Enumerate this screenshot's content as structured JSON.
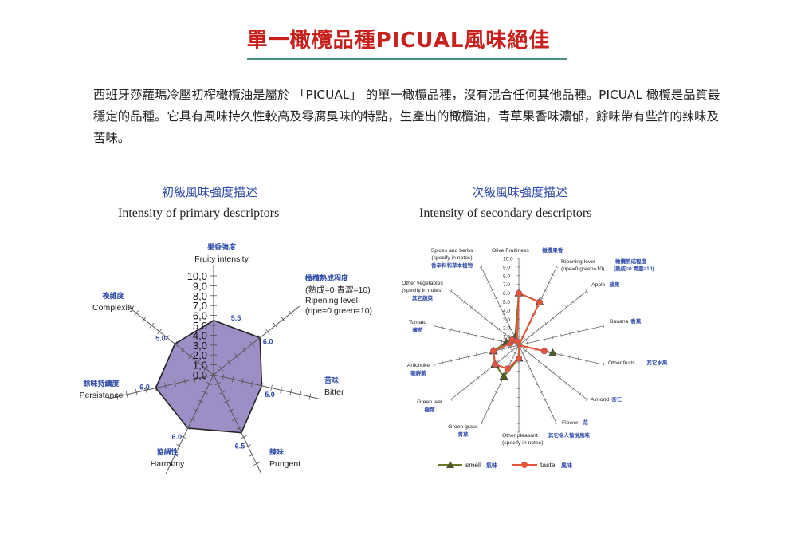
{
  "title": "單一橄欖品種PICUAL風味絕佳",
  "intro": "西班牙莎蘿瑪冷壓初榨橄欖油是屬於 「PICUAL」 的單一橄欖品種，沒有混合任何其他品種。PICUAL 橄欖是品質最穩定的品種。它具有風味持久性較高及零腐臭味的特點，生產出的橄欖油，青草果香味濃郁，餘味帶有些許的辣味及苦味。",
  "colors": {
    "title": "#c8201c",
    "rule": "#4a8f82",
    "subtitle_zh": "#2e4aa8",
    "polygon_fill": "#9d8fc6",
    "smell": "#6b7a2a",
    "taste": "#e2553a",
    "axis_zh": "#2e4aa8"
  },
  "chart_data": [
    {
      "type": "radar",
      "subtitle_zh": "初級風味強度描述",
      "subtitle_en": "Intensity of primary descriptors",
      "axes": [
        {
          "zh": "果香強度",
          "en": [
            "Fruity intensity"
          ],
          "value": 5.5
        },
        {
          "zh": "橄欖熟成程度",
          "en": [
            "(熟成=0 青澀=10)",
            "Ripening level",
            "(ripe=0 green=10)"
          ],
          "value": 6.0
        },
        {
          "zh": "苦味",
          "en": [
            "Bitter"
          ],
          "value": 5.0
        },
        {
          "zh": "辣味",
          "en": [
            "Pungent"
          ],
          "value": 6.5
        },
        {
          "zh": "協調性",
          "en": [
            "Harmony"
          ],
          "value": 6.0
        },
        {
          "zh": "餘味持續度",
          "en": [
            "Persistance"
          ],
          "value": 6.0
        },
        {
          "zh": "複雜度",
          "en": [
            "Complexity"
          ],
          "value": 5.0
        }
      ],
      "value_labels": [
        "5.5",
        "6.0",
        "5.0",
        "6.5",
        "6.0",
        "6.0",
        "5.0"
      ],
      "ticks": [
        "10,0",
        "9,0",
        "8,0",
        "7,0",
        "6,0",
        "5,0",
        "4,0",
        "3,0",
        "2,0",
        "1,0",
        "0,0"
      ],
      "range": [
        0,
        10
      ]
    },
    {
      "type": "radar",
      "subtitle_zh": "次級風味強度描述",
      "subtitle_en": "Intensity of secondary descriptors",
      "axes": [
        {
          "en": [
            "Olive Fruitiness"
          ],
          "zh": "橄欖果香"
        },
        {
          "en": [
            "Ripening level",
            "(ripe=0 green=10)"
          ],
          "zh": "橄欖熟成程度",
          "zh2": "(熟成=0 青澀=10)"
        },
        {
          "en": [
            "Apple"
          ],
          "zh": "蘋果"
        },
        {
          "en": [
            "Banana"
          ],
          "zh": "香蕉"
        },
        {
          "en": [
            "Other fruits"
          ],
          "zh": "其它水果"
        },
        {
          "en": [
            "Almond"
          ],
          "zh": "杏仁"
        },
        {
          "en": [
            "Flower"
          ],
          "zh": "花"
        },
        {
          "en": [
            "Other pleasant",
            "(specify in notes)"
          ],
          "zh": "其它令人愉悅風味"
        },
        {
          "en": [
            "Green grass"
          ],
          "zh": "青草"
        },
        {
          "en": [
            "Green leaf"
          ],
          "zh": "樹葉"
        },
        {
          "en": [
            "Artichoke"
          ],
          "zh": "朝鮮薊"
        },
        {
          "en": [
            "Tomato"
          ],
          "zh": "蕃茄"
        },
        {
          "en": [
            "Other vegetables",
            "(specify in notes)"
          ],
          "zh": "其它蔬菜"
        },
        {
          "en": [
            "Spices and herbs",
            "(specify in notes)"
          ],
          "zh": "香辛料和草本植物"
        }
      ],
      "ticks": [
        "10.0",
        "9.0",
        "8.0",
        "7.0",
        "6.0",
        "5.0",
        "4.0",
        "3.0",
        "2.0",
        "1.0",
        "0.0"
      ],
      "range": [
        0,
        10
      ],
      "series": [
        {
          "name": "smell",
          "name_zh": "氣味",
          "values": [
            6.0,
            5.5,
            0.0,
            0.0,
            4.0,
            0.0,
            0.0,
            1.5,
            4.0,
            3.5,
            3.0,
            1.5,
            1.0,
            1.0
          ]
        },
        {
          "name": "taste",
          "name_zh": "風味",
          "values": [
            6.0,
            5.5,
            0.0,
            0.0,
            3.0,
            0.0,
            0.0,
            1.5,
            3.0,
            3.5,
            3.0,
            1.0,
            1.0,
            0.5
          ]
        }
      ]
    }
  ]
}
